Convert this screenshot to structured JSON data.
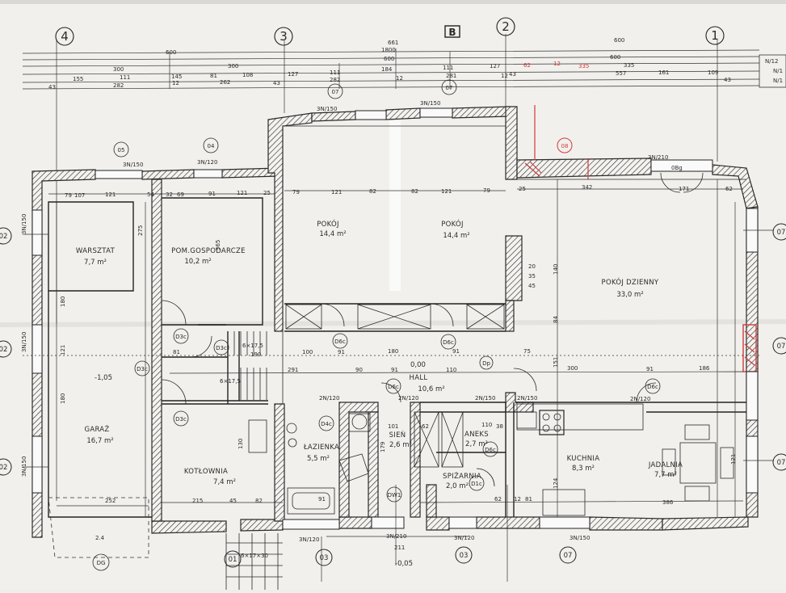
{
  "axes": {
    "top": [
      "4",
      "3",
      "2",
      "1"
    ],
    "left": [
      "02",
      "02",
      "02"
    ],
    "right": [
      "07",
      "07",
      "07"
    ],
    "bottom": [
      "01",
      "03",
      "03",
      "07"
    ]
  },
  "north_marker": "B",
  "top_dims": {
    "row1": [
      "600",
      "661",
      "600"
    ],
    "row2": [
      "1800"
    ],
    "row3": [
      "300",
      "300",
      "600",
      "600"
    ],
    "row4": [
      "111",
      "145",
      "81",
      "108",
      "127",
      "111",
      "184",
      "111",
      "127",
      "335",
      "161",
      "109"
    ],
    "row5": [
      "43",
      "155",
      "282",
      "12",
      "262",
      "43",
      "282",
      "12",
      "281",
      "12",
      "43",
      "557",
      "43"
    ],
    "red_marks": [
      "62",
      "12",
      "335"
    ]
  },
  "right_edge": [
    "N/12",
    "N/1",
    "N/1"
  ],
  "rooms": [
    {
      "name": "WARSZTAT",
      "area": "7,7 m²"
    },
    {
      "name": "POM.GOSPODARCZE",
      "area": "10,2 m²"
    },
    {
      "name": "POKÓJ",
      "area": "14,4 m²"
    },
    {
      "name": "POKÓJ",
      "area": "14,4 m²"
    },
    {
      "name": "POKÓJ DZIENNY",
      "area": "33,0 m²"
    },
    {
      "name": "GARAŻ",
      "area": "16,7 m²"
    },
    {
      "name": "KOTŁOWNIA",
      "area": "7,4 m²"
    },
    {
      "name": "ŁAZIENKA",
      "area": "5,5 m²"
    },
    {
      "name": "HALL",
      "area": "10,6 m²"
    },
    {
      "name": "SIEŃ",
      "area": "2,6 m²"
    },
    {
      "name": "ANEKS",
      "area": "2,7 m²"
    },
    {
      "name": "SPIŻARNIA",
      "area": "2,0 m²"
    },
    {
      "name": "KUCHNIA",
      "area": "8,3 m²"
    },
    {
      "name": "JADALNIA",
      "area": "7,7 m²"
    }
  ],
  "openings": [
    "3N/150",
    "3N/120",
    "3N/150",
    "3N/210",
    "0Bg",
    "2N/120",
    "2N/120",
    "2N/150",
    "2N/150",
    "2N/120",
    "3N/120",
    "3N/210",
    "3N/120",
    "3N/150",
    "3N/150",
    "3N/150",
    "3N/150",
    "3N/150"
  ],
  "door_tags": [
    "D3c",
    "D3c",
    "D3c",
    "D3c",
    "D6c",
    "D6c",
    "D6c",
    "D6c",
    "D6c",
    "D4c",
    "D1c",
    "DW1",
    "Dp"
  ],
  "tags": [
    "05",
    "04",
    "07",
    "07",
    "08",
    "DG"
  ],
  "stairs": [
    "6×17,5",
    "6×17,5",
    "6×17×30"
  ],
  "levels": [
    "-1,05",
    "0,00",
    "-0,05"
  ],
  "garage_dims": [
    "252",
    "2.4"
  ],
  "interior_dims": [
    "79",
    "107",
    "121",
    "54",
    "32",
    "69",
    "91",
    "121",
    "25",
    "79",
    "121",
    "82",
    "82",
    "121",
    "79",
    "25",
    "342",
    "171",
    "62",
    "275",
    "365",
    "180",
    "121",
    "180",
    "140",
    "84",
    "151",
    "300",
    "186",
    "91",
    "81",
    "100",
    "91",
    "180",
    "91",
    "75",
    "291",
    "90",
    "91",
    "110",
    "215",
    "45",
    "82",
    "91",
    "101",
    "62",
    "110",
    "38",
    "130",
    "179",
    "211",
    "386",
    "121",
    "124",
    "62",
    "12",
    "81",
    "190",
    "20",
    "35",
    "45"
  ]
}
